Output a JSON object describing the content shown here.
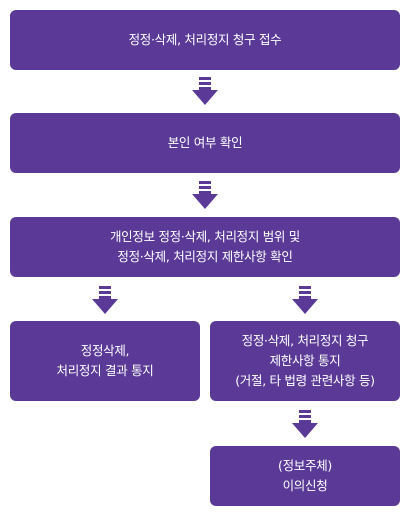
{
  "colors": {
    "box": "#5a3a96",
    "arrow": "#5a3a96"
  },
  "flow": {
    "step1": {
      "lines": [
        "정정·삭제, 처리정지 청구 접수"
      ]
    },
    "step2": {
      "lines": [
        "본인 여부 확인"
      ]
    },
    "step3": {
      "lines": [
        "개인정보 정정·삭제, 처리정지 범위 및",
        "정정·삭제, 처리정지 제한사항 확인"
      ]
    },
    "step4": {
      "lines": [
        "정정삭제,",
        "처리정지 결과 통지"
      ]
    },
    "step5": {
      "lines": [
        "정정·삭제, 처리정지 청구",
        "제한사항 통지",
        "(거절, 타 법령 관련사항 등)"
      ]
    },
    "step6": {
      "lines": [
        "(정보주체)",
        "이의신청"
      ]
    }
  }
}
